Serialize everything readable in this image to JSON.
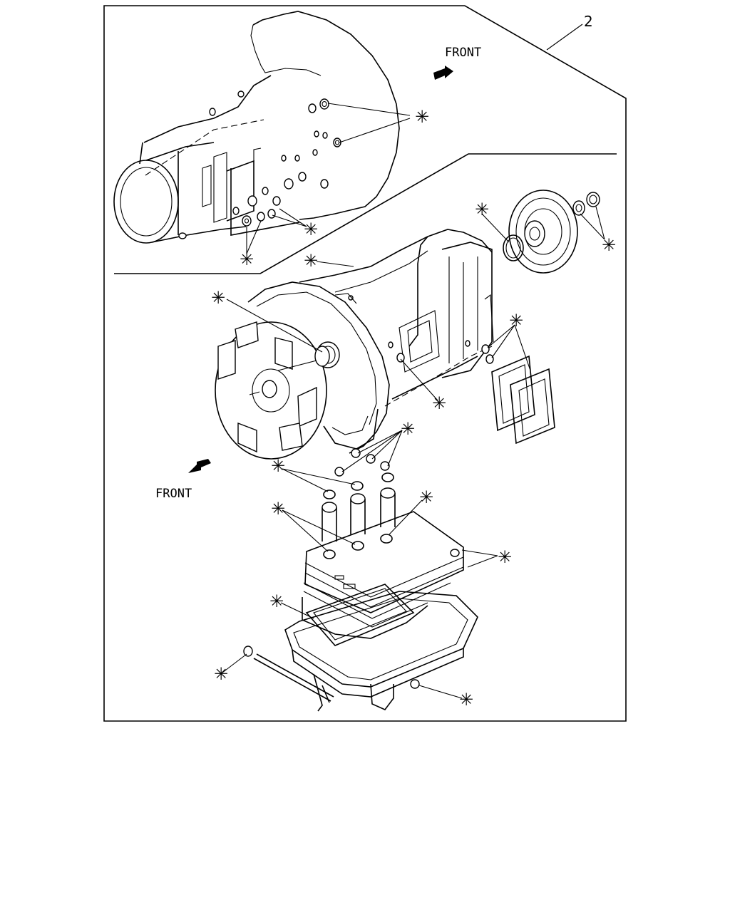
{
  "callout_number": "2",
  "front_label_top": "FRONT",
  "front_label_bottom": "FRONT",
  "marker_symbol": "✳"
}
